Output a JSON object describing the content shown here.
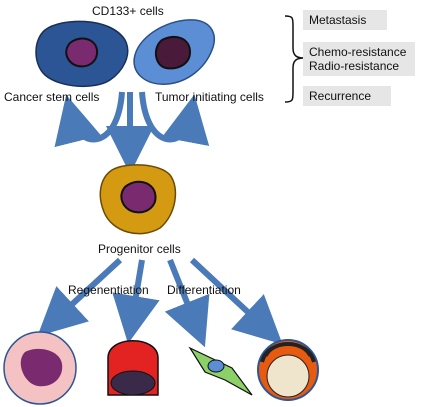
{
  "labels": {
    "top": "CD133+ cells",
    "left_cell": "Cancer stem cells",
    "right_cell": "Tumor initiating cells",
    "progenitor": "Progenitor cells",
    "regen": "Regenentiation",
    "diff": "Differentiation"
  },
  "properties": [
    "Metastasis",
    "Chemo-resistance",
    "Radio-resistance",
    "Recurrence"
  ],
  "colors": {
    "arrow": "#4a7ab8",
    "csc_body": "#2c5596",
    "tic_body": "#5b8ed4",
    "progenitor_body": "#d49a12",
    "nucleus_purple": "#7a2a6e",
    "nucleus_dark": "#4a1a3a",
    "pink_cell": "#f4c2c2",
    "red_cell": "#e32222",
    "green_cell": "#8cd068",
    "orange_ring": "#e85a10",
    "cream": "#efe4cc"
  }
}
